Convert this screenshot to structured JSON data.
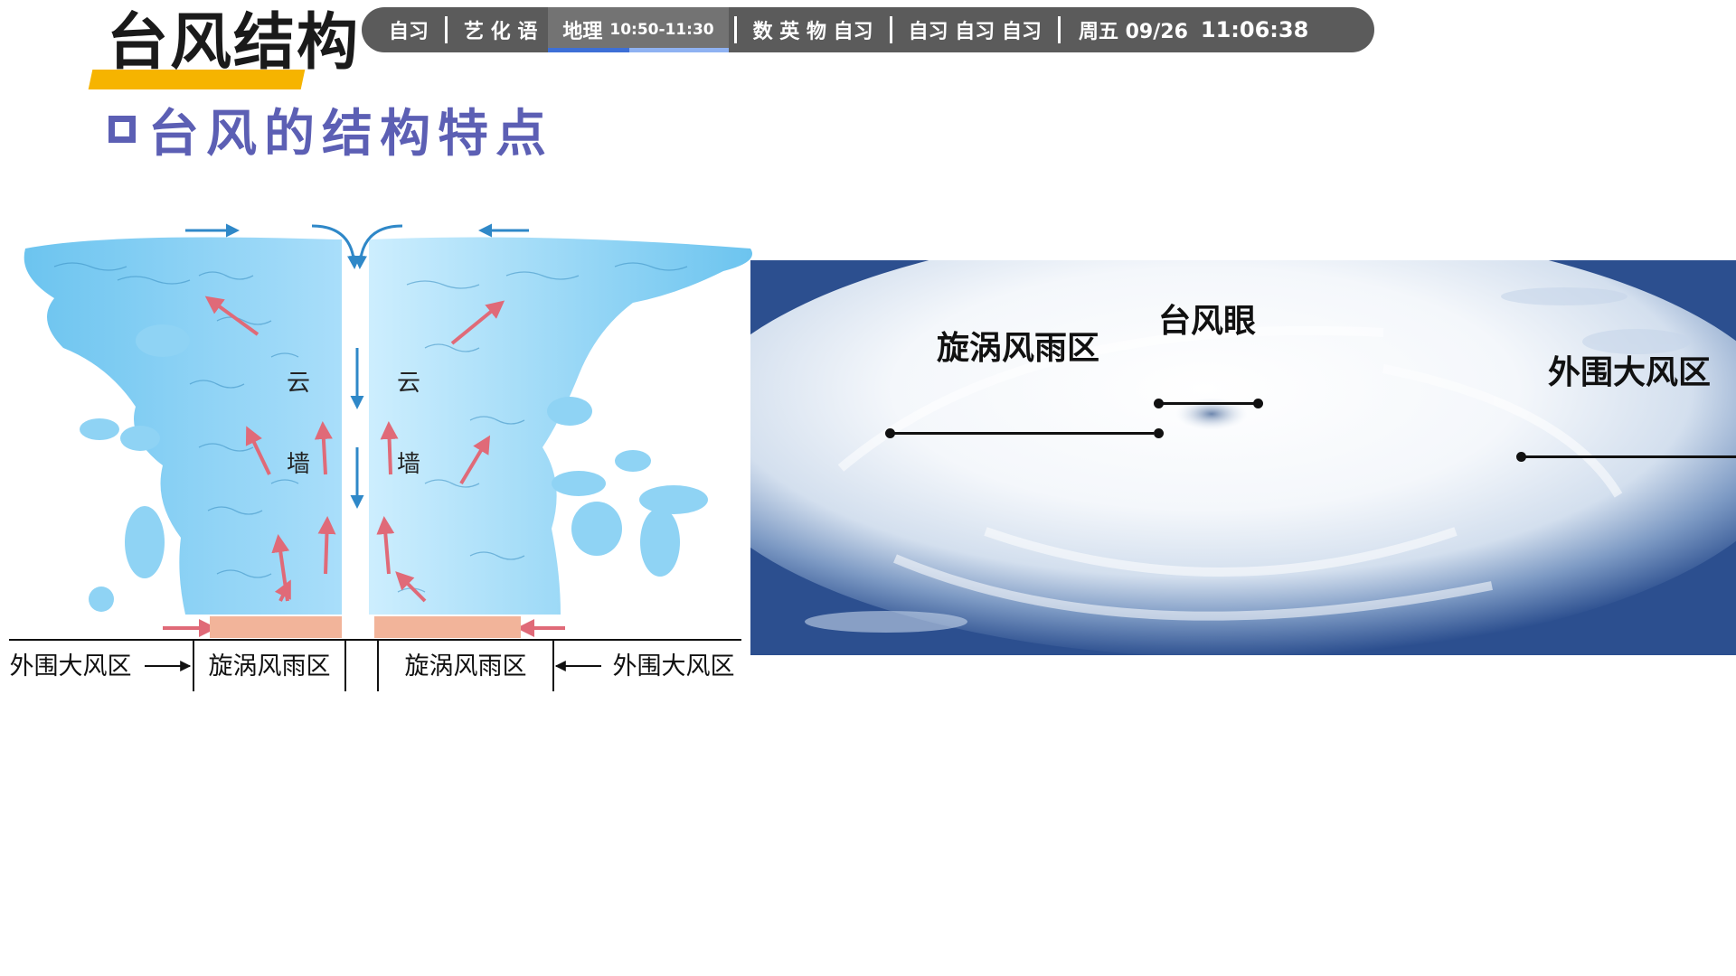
{
  "header": {
    "title": "台风结构",
    "subtitle": "台风的结构特点"
  },
  "schedule": {
    "items_before": [
      "自习",
      "艺 化 语"
    ],
    "current": {
      "subject": "地理",
      "time": "10:50-11:30",
      "progress": 0.45
    },
    "items_after_1": "数 英 物 自习",
    "items_after_2": "自习 自习 自习",
    "date": "周五 09/26",
    "clock": "11:06:38"
  },
  "diagram": {
    "cloud_wall_top": "云",
    "cloud_wall_bottom": "墙",
    "zones": [
      "外围大风区",
      "旋涡风雨区",
      "旋涡风雨区",
      "外围大风区"
    ]
  },
  "satellite": {
    "eye_label": "台风眼",
    "vortex_label": "旋涡风雨区",
    "outer_label": "外围大风区"
  },
  "colors": {
    "title_underline": "#f6b400",
    "subtitle": "#5c5fb4",
    "schedule_bar": "#5b5b5b",
    "cloud": "#7fcdf0",
    "arrow_warm": "#e06a78",
    "arrow_blue": "#2f88c8",
    "ground_band": "#f2b49a"
  }
}
